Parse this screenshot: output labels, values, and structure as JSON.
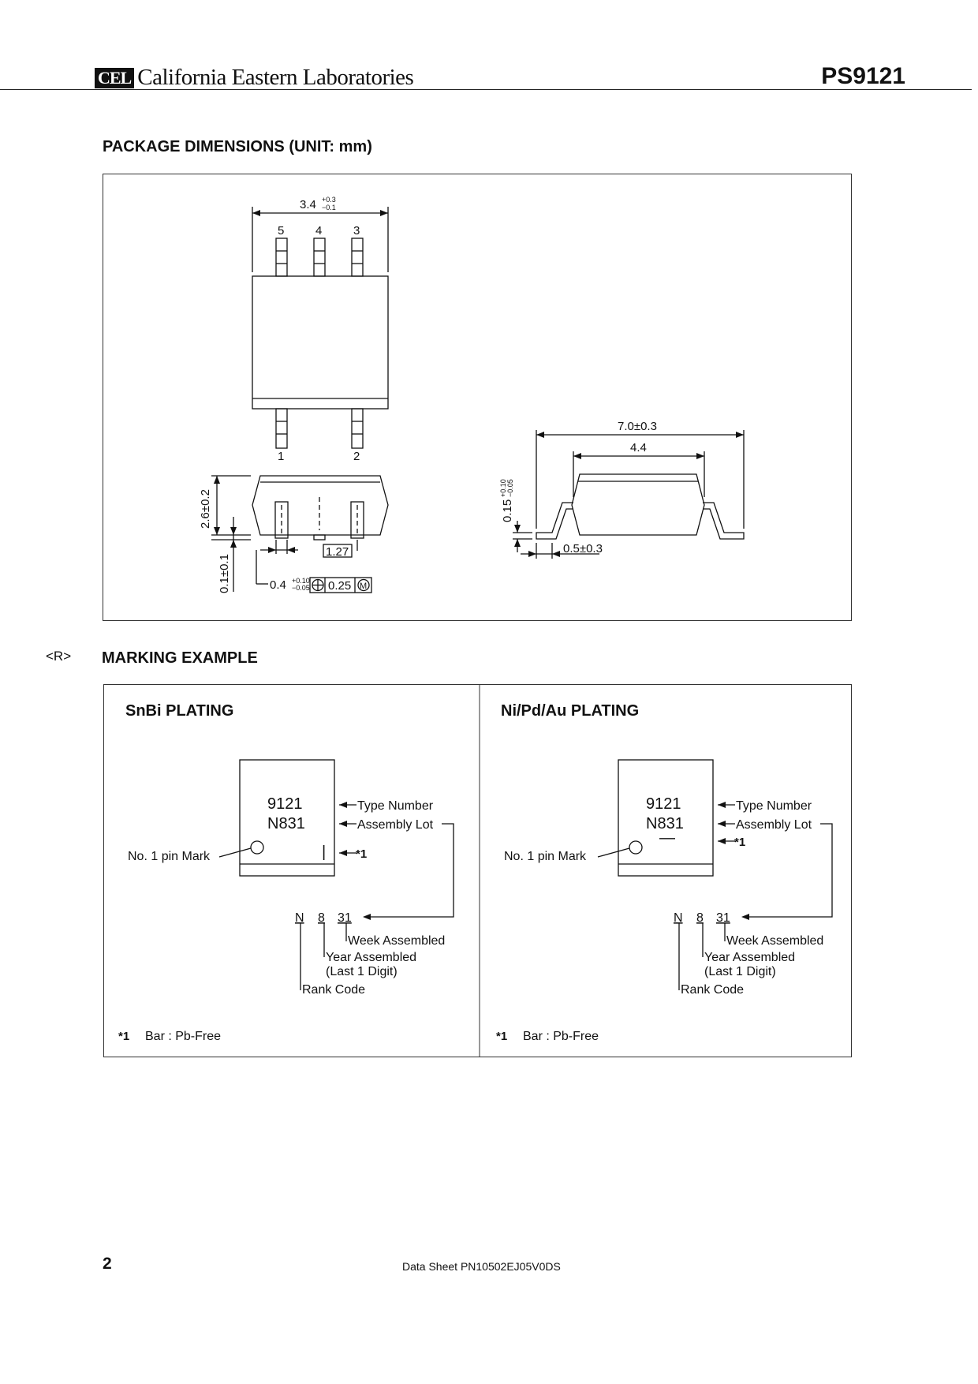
{
  "header": {
    "logo_mark": "CEL",
    "company": "California Eastern Laboratories",
    "part_number": "PS9121"
  },
  "package": {
    "title": "PACKAGE DIMENSIONS (UNIT: mm)",
    "top_width": "3.4",
    "top_width_tol_plus": "+0.3",
    "top_width_tol_minus": "−0.1",
    "pins_top": [
      "5",
      "4",
      "3"
    ],
    "pins_bottom": [
      "1",
      "2"
    ],
    "height": "2.6±0.2",
    "standoff": "0.1±0.1",
    "pitch": "1.27",
    "lead_width": "0.4",
    "lead_width_tol_plus": "+0.10",
    "lead_width_tol_minus": "−0.05",
    "position_tol": "0.25",
    "mmc_symbol": "M",
    "overall_length": "7.0±0.3",
    "body_length": "4.4",
    "lead_thickness": "0.15",
    "lead_thickness_tol_plus": "+0.10",
    "lead_thickness_tol_minus": "−0.05",
    "foot_length": "0.5±0.3"
  },
  "marking": {
    "revision_mark": "<R>",
    "title": "MARKING  EXAMPLE",
    "panels": [
      {
        "title": "SnBi PLATING",
        "line1": "9121",
        "line2": "N831",
        "bar": "|",
        "pin_mark_label": "No. 1 pin Mark",
        "type_label": "Type Number",
        "lot_label": "Assembly Lot",
        "footnote_ref": "*1",
        "code_n": "N",
        "code_8": "8",
        "code_31": "31",
        "week_label": "Week Assembled",
        "year_label": "Year Assembled",
        "year_sub": "(Last 1 Digit)",
        "rank_label": "Rank Code",
        "note_key": "*1",
        "note_text": "Bar : Pb-Free"
      },
      {
        "title": "Ni/Pd/Au PLATING",
        "line1": "9121",
        "line2": "N831",
        "bar": "—",
        "pin_mark_label": "No. 1 pin Mark",
        "type_label": "Type Number",
        "lot_label": "Assembly Lot",
        "footnote_ref": "*1",
        "code_n": "N",
        "code_8": "8",
        "code_31": "31",
        "week_label": "Week Assembled",
        "year_label": "Year Assembled",
        "year_sub": "(Last 1 Digit)",
        "rank_label": "Rank Code",
        "note_key": "*1",
        "note_text": "Bar : Pb-Free"
      }
    ]
  },
  "footer": {
    "page": "2",
    "doc": "Data Sheet  PN10502EJ05V0DS"
  }
}
